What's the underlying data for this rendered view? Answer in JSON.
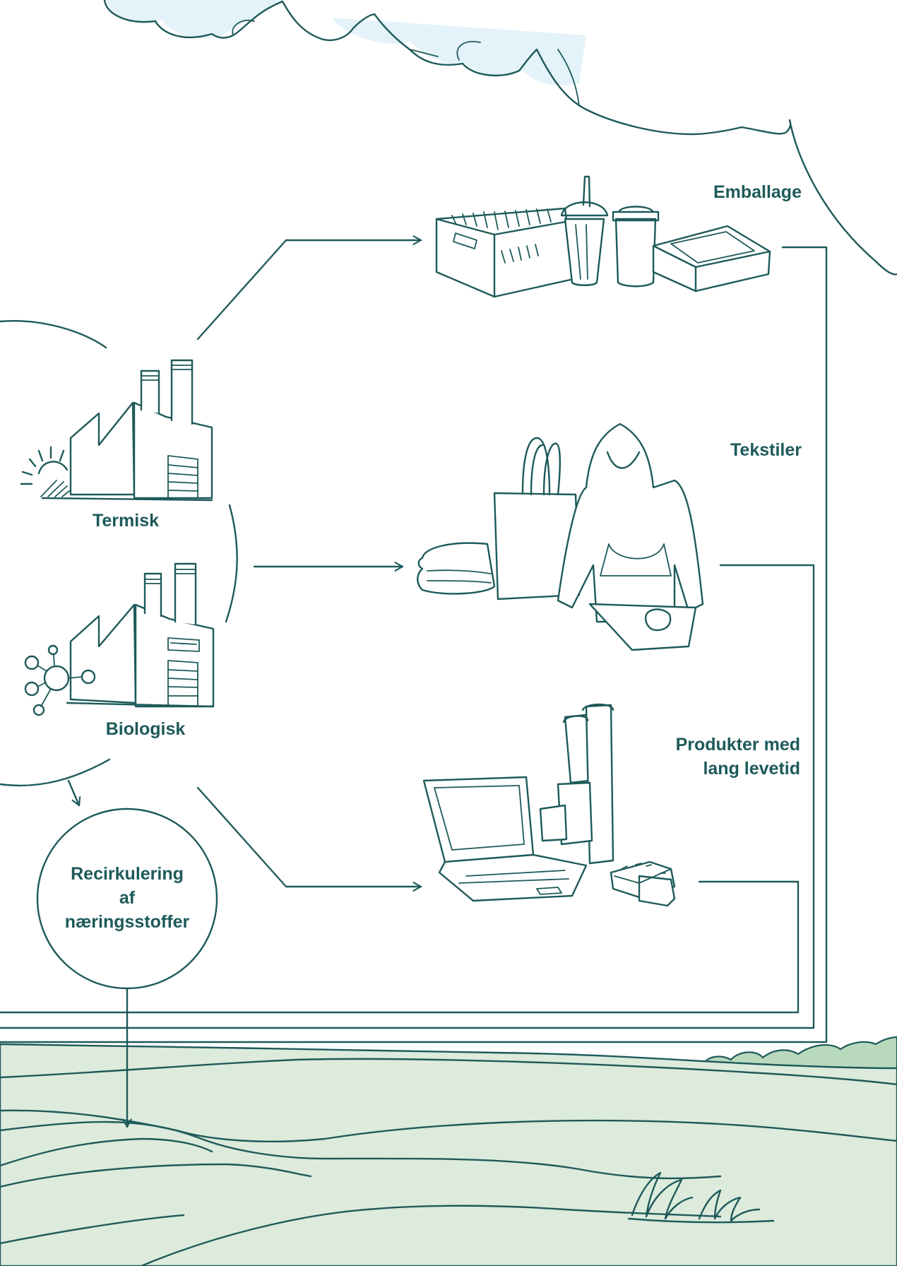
{
  "labels": {
    "emballage": "Emballage",
    "tekstiler": "Tekstiler",
    "produkter_line1": "Produkter med",
    "produkter_line2": "lang levetid",
    "termisk": "Termisk",
    "biologisk": "Biologisk",
    "recirk_line1": "Recirkulering",
    "recirk_line2": "af",
    "recirk_line3": "næringsstoffer"
  },
  "colors": {
    "ink": "#1e5a5a",
    "sky": "#e4f3fa",
    "field": "#dcebdc",
    "field_dark": "#b9d9bd",
    "background": "#ffffff"
  }
}
